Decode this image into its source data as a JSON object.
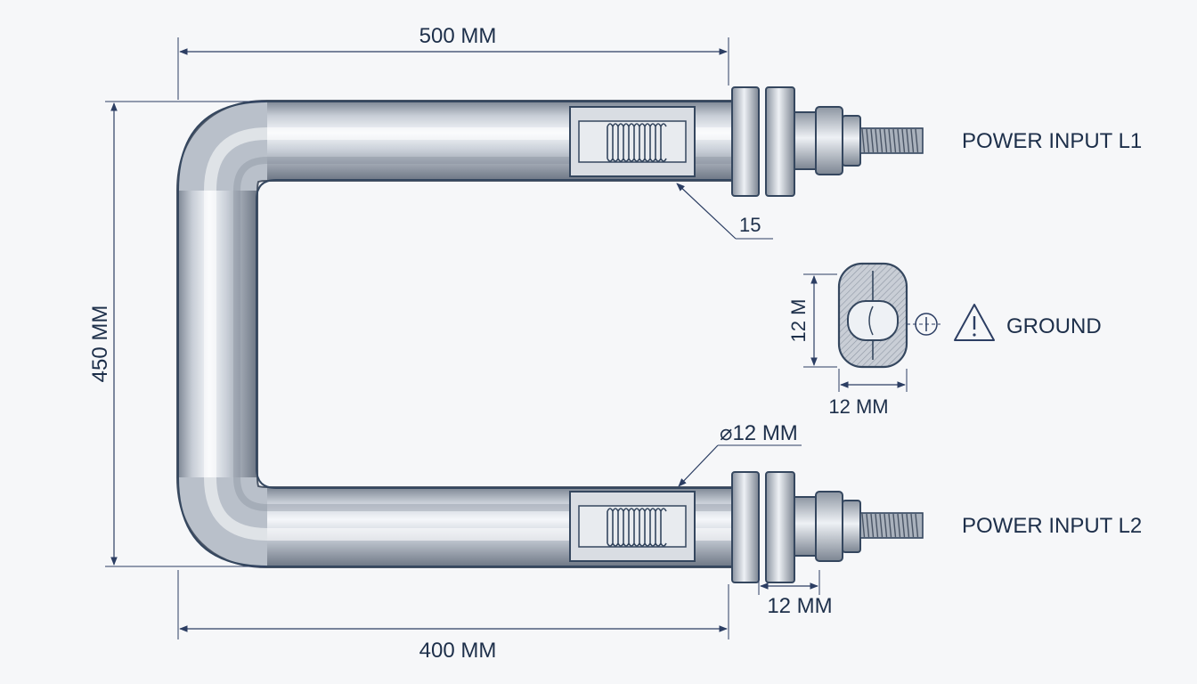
{
  "dimensions": {
    "top_length": "500 MM",
    "bottom_length": "400 MM",
    "height": "450 MM",
    "callout_15": "15",
    "tube_diameter": "⌀12 MM",
    "terminal_thickness": "12 MM",
    "section_height": "12 M",
    "section_width": "12 MM"
  },
  "labels": {
    "power_input_l1": "POWER INPUT L1",
    "power_input_l2": "POWER INPUT L2",
    "ground": "GROUND"
  },
  "icons": {
    "warning": "warning-triangle-icon",
    "ground_symbol": "ground-circle-icon"
  },
  "colors": {
    "background": "#f6f7f9",
    "line": "#2c3e63",
    "text": "#1d2f4a",
    "metal_dark": "#8c96a3",
    "metal_light": "#f3f5f8"
  }
}
